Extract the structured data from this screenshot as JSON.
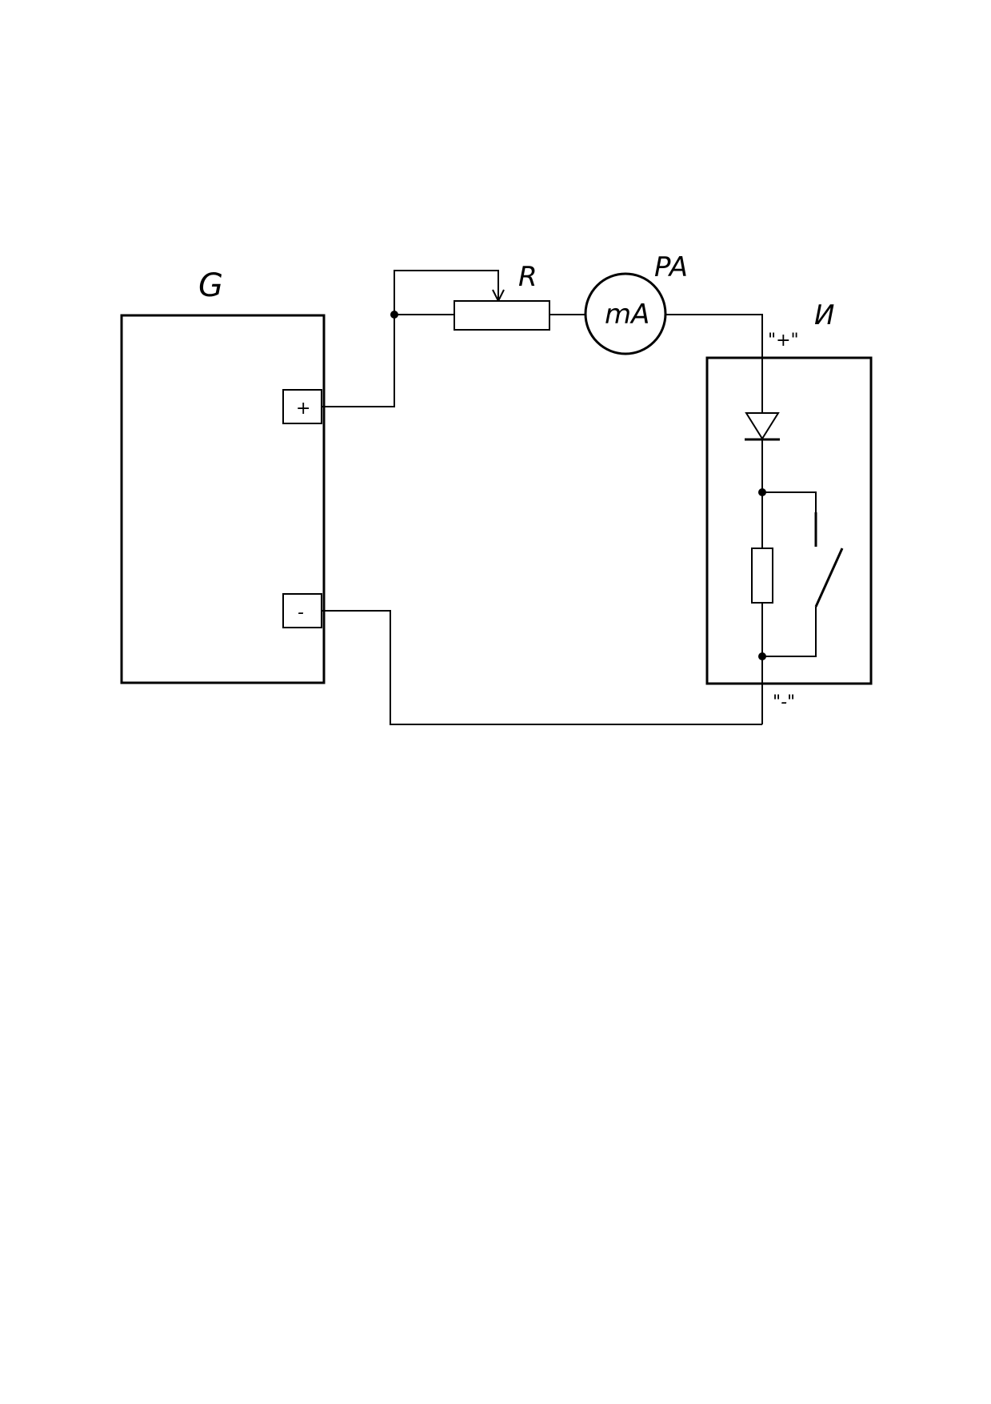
{
  "diagram": {
    "generator": {
      "label": "G",
      "terminal_plus": "+",
      "terminal_minus": "-"
    },
    "rheostat": {
      "label": "R"
    },
    "ammeter": {
      "label": "PA",
      "unit": "mA"
    },
    "device": {
      "label": "И",
      "plus_terminal": "\"+\"",
      "minus_terminal": "\"-\""
    }
  },
  "colors": {
    "line": "#000000",
    "background": "#ffffff"
  }
}
